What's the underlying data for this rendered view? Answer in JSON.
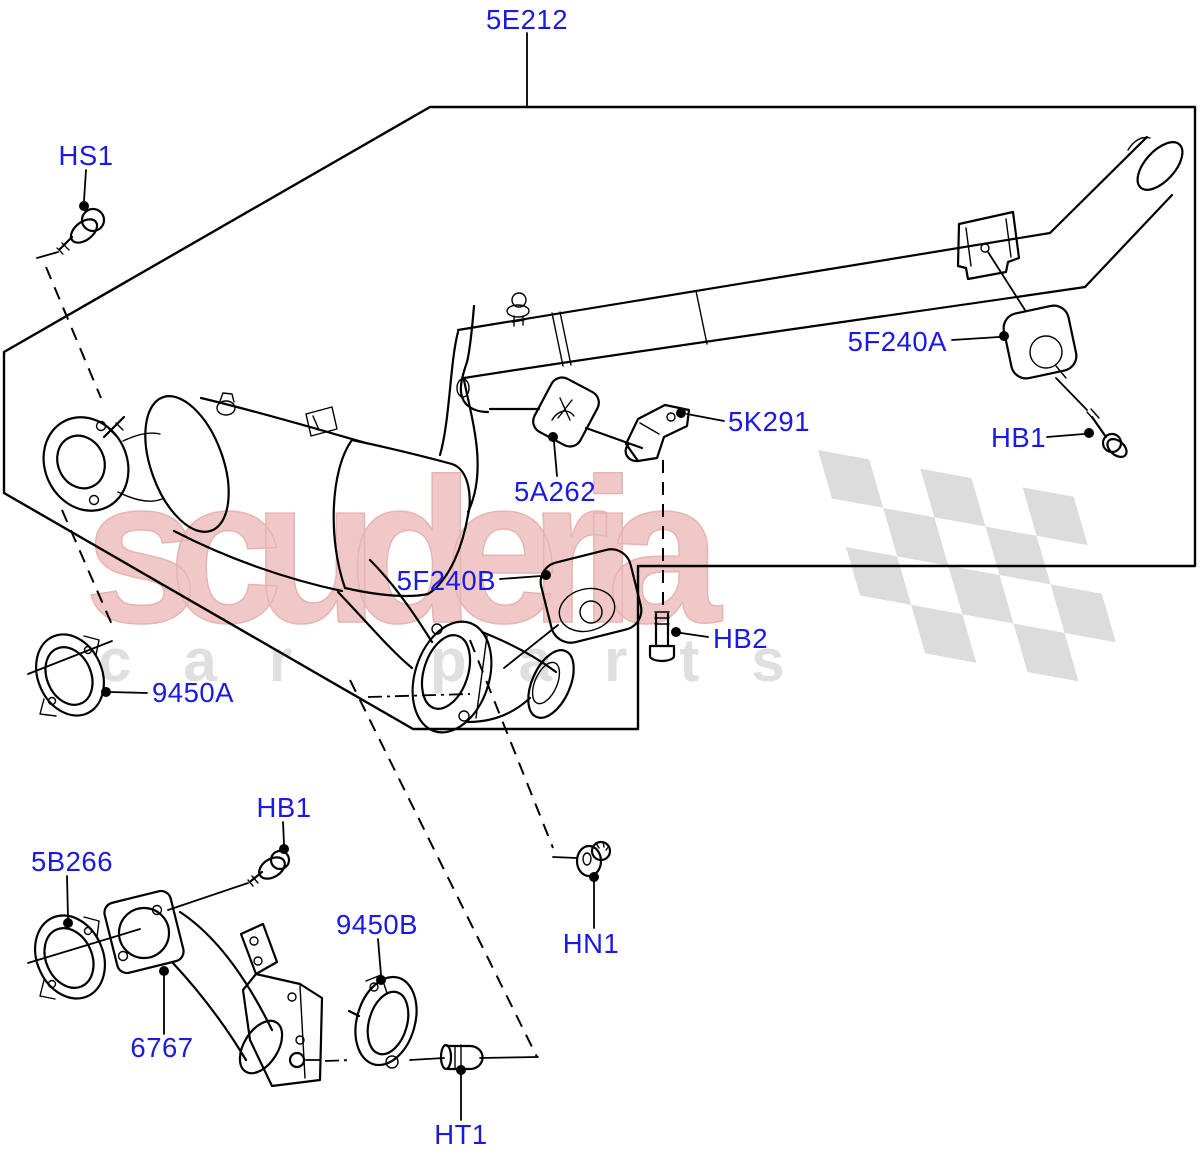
{
  "diagram_title_part": "5E212",
  "labels": {
    "l5e212": "5E212",
    "hs1": "HS1",
    "f240a": "5F240A",
    "hb1_right": "HB1",
    "k5291": "5K291",
    "a5262": "5A262",
    "f240b": "5F240B",
    "hb2": "HB2",
    "g9450a": "9450A",
    "b5266": "5B266",
    "hb1_lower": "HB1",
    "g9450b": "9450B",
    "hn1": "HN1",
    "b6767": "6767",
    "ht1": "HT1"
  },
  "watermark": {
    "brand": "scuderia",
    "word1": "car",
    "word2": "parts"
  },
  "colors": {
    "label": "#1a1ae0",
    "line": "#000000",
    "watermark_red": "#f0c8c8",
    "watermark_red_edge": "#e7b3b3",
    "watermark_gray": "#dfdfdf",
    "flag_gray": "#dcdcdc",
    "background": "#ffffff"
  }
}
